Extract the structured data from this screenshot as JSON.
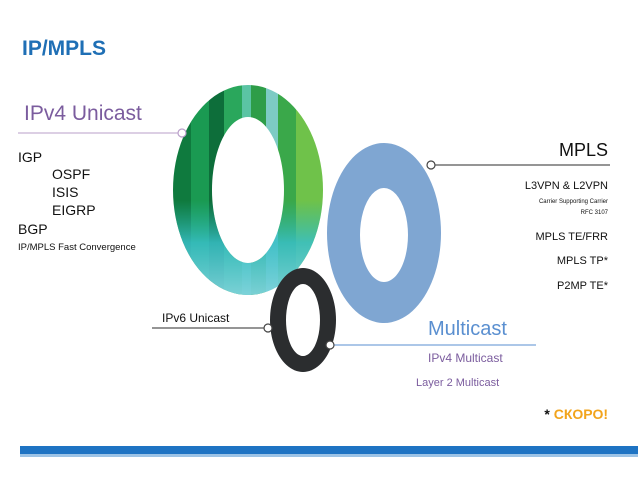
{
  "title": "IP/MPLS",
  "left": {
    "heading": "IPv4 Unicast",
    "igp": "IGP",
    "igp_items": [
      "OSPF",
      "ISIS",
      "EIGRP"
    ],
    "bgp": "BGP",
    "fast_convergence": "IP/MPLS Fast Convergence"
  },
  "right": {
    "heading": "MPLS",
    "vpn": "L3VPN & L2VPN",
    "carrier": "Carrier Supporting Carrier",
    "rfc": "RFC 3107",
    "te": "MPLS TE/FRR",
    "tp": "MPLS TP*",
    "p2mp": "P2MP TE*"
  },
  "ipv6_label": "IPv6 Unicast",
  "multicast": {
    "heading": "Multicast",
    "ipv4": "IPv4 Multicast",
    "layer2": "Layer 2 Multicast"
  },
  "footnote": {
    "star": "*",
    "word": "СКОРО!"
  },
  "colors": {
    "title": "#1f6fb5",
    "ipv4_heading": "#7b5c9e",
    "multicast_heading": "#5a8fd0",
    "blue_ring": "#7fa6d2",
    "dark_ring": "#2b2d2f",
    "soon": "#f2a41c",
    "footer_bar": "#1e73c3"
  }
}
